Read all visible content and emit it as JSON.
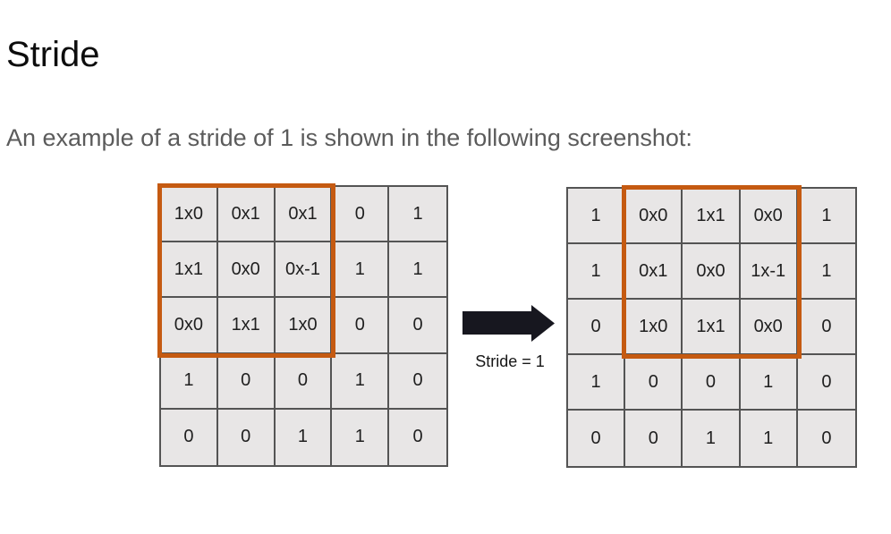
{
  "page": {
    "title": "Stride",
    "intro": "An example of a stride of 1 is shown in the following screenshot:"
  },
  "figure": {
    "arrow_label": "Stride = 1",
    "colors": {
      "highlight": "#C55A11",
      "cell_bg": "#E8E6E6",
      "grid_line": "#545454",
      "arrow": "#17171F"
    },
    "grids": [
      {
        "name": "input-matrix-kernel-position-1",
        "highlight": {
          "col_start": 1,
          "col_end": 3,
          "row_start": 1,
          "row_end": 3
        },
        "rows": [
          [
            "1x0",
            "0x1",
            "0x1",
            "0",
            "1"
          ],
          [
            "1x1",
            "0x0",
            "0x-1",
            "1",
            "1"
          ],
          [
            "0x0",
            "1x1",
            "1x0",
            "0",
            "0"
          ],
          [
            "1",
            "0",
            "0",
            "1",
            "0"
          ],
          [
            "0",
            "0",
            "1",
            "1",
            "0"
          ]
        ]
      },
      {
        "name": "input-matrix-kernel-position-2",
        "highlight": {
          "col_start": 2,
          "col_end": 4,
          "row_start": 1,
          "row_end": 3
        },
        "rows": [
          [
            "1",
            "0x0",
            "1x1",
            "0x0",
            "1"
          ],
          [
            "1",
            "0x1",
            "0x0",
            "1x-1",
            "1"
          ],
          [
            "0",
            "1x0",
            "1x1",
            "0x0",
            "0"
          ],
          [
            "1",
            "0",
            "0",
            "1",
            "0"
          ],
          [
            "0",
            "0",
            "1",
            "1",
            "0"
          ]
        ]
      }
    ]
  }
}
